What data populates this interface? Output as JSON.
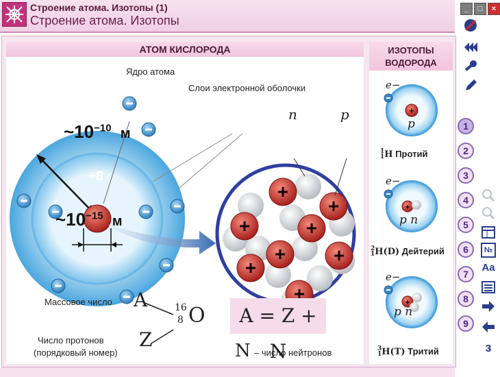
{
  "window": {
    "title_small": "Строение атома. Изотопы (1)",
    "title_big": "Строение атома. Изотопы",
    "buttons": [
      "_",
      "□",
      "×"
    ]
  },
  "atom_panel": {
    "header": "АТОМ КИСЛОРОДА",
    "nucleus_label": "Ядро атома",
    "shells_label": "Слои электронной оболочки",
    "size_atom": "~10",
    "size_atom_exp": "−10",
    "size_unit": "м",
    "size_nucleus": "~10",
    "size_nucleus_exp": "−15",
    "nucleus_charge": "+8",
    "neutron_letter": "n",
    "proton_letter": "p",
    "mass_number_label": "Массовое число",
    "proton_count_label": "Число протонов",
    "proton_count_sub": "(порядковый номер)",
    "sym_A": "A",
    "sym_Z": "Z",
    "sym_16": "16",
    "sym_8": "8",
    "sym_O": "O",
    "formula": "A = Z + N",
    "neutron_sym": "N",
    "neutron_desc": "– число нейтронов"
  },
  "isotopes_panel": {
    "header_line1": "ИЗОТОПЫ",
    "header_line2": "ВОДОРОДА",
    "electron": "e−",
    "isotopes": [
      {
        "sup": "1",
        "sub": "1",
        "symbol": "H",
        "name": "Протий",
        "particles": "p"
      },
      {
        "sup": "2",
        "sub": "1",
        "symbol": "H(D)",
        "name": "Дейтерий",
        "particles": "p  n"
      },
      {
        "sup": "3",
        "sub": "1",
        "symbol": "H(T)",
        "name": "Тритий",
        "particles": "p  n"
      }
    ]
  },
  "sidebar": {
    "numbers": [
      "1",
      "2",
      "3",
      "4",
      "5",
      "6",
      "7",
      "8",
      "9"
    ],
    "active": "1",
    "icons": [
      "no-sign-icon",
      "rewind-icon",
      "key-icon",
      "pencil-icon",
      "zoom-in-icon",
      "zoom-out-icon",
      "table-icon",
      "number-icon",
      "font-icon",
      "list-icon",
      "arrow-right-icon",
      "arrow-left-icon",
      "info-icon"
    ],
    "number_icon_text": "№",
    "font_icon_text": "Aa",
    "info_icon_text": "з"
  },
  "colors": {
    "title_bg": "#f0cfe4",
    "proton": "#c0332e",
    "neutron": "#e4e4e4",
    "shell_blue": "#5bb3e4",
    "panel_pink": "#f6e6ef",
    "number_button": "#8868b8"
  }
}
